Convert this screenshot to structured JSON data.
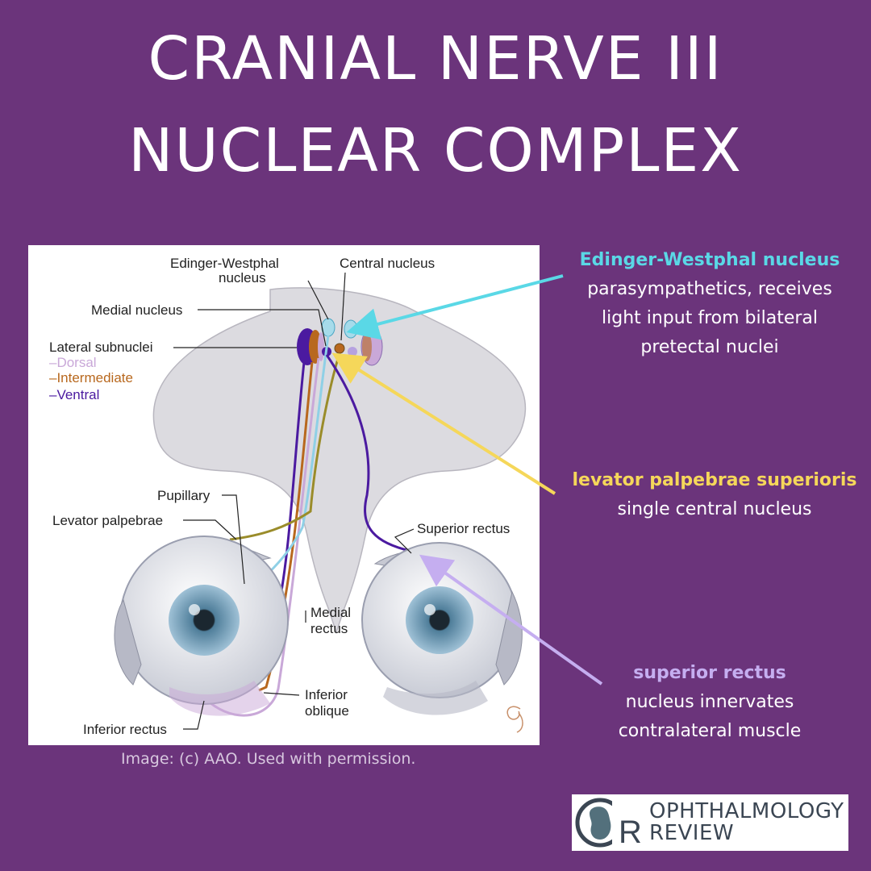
{
  "title": {
    "line1": "CRANIAL NERVE III",
    "line2": "NUCLEAR COMPLEX"
  },
  "figure": {
    "labels": {
      "edinger_westphal_line1": "Edinger-Westphal",
      "edinger_westphal_line2": "nucleus",
      "central_nucleus": "Central nucleus",
      "medial_nucleus": "Medial nucleus",
      "lateral_subnuclei": "Lateral subnuclei",
      "dorsal": "–Dorsal",
      "intermediate": "–Intermediate",
      "ventral": "–Ventral",
      "pupillary": "Pupillary",
      "levator_palpebrae": "Levator palpebrae",
      "superior_rectus": "Superior rectus",
      "medial_rectus_line1": "Medial",
      "medial_rectus_line2": "rectus",
      "inferior_oblique_line1": "Inferior",
      "inferior_oblique_line2": "oblique",
      "inferior_rectus": "Inferior rectus"
    }
  },
  "credit": "Image: (c) AAO. Used with permission.",
  "callouts": {
    "edinger_westphal": {
      "heading": "Edinger-Westphal nucleus",
      "line1": "parasympathetics, receives",
      "line2": "light input from bilateral",
      "line3": "pretectal nuclei"
    },
    "levator": {
      "heading": "levator palpebrae superioris",
      "line1": "single central nucleus"
    },
    "superior_rectus": {
      "heading": "superior rectus",
      "line1": "nucleus innervates",
      "line2": "contralateral muscle"
    }
  },
  "logo": {
    "line1": "OPHTHALMOLOGY",
    "line2": "REVIEW"
  },
  "colors": {
    "background": "#6b347b",
    "edinger_westphal": "#5ad8e6",
    "levator": "#f5d75a",
    "superior_rectus": "#c5aef0",
    "dorsal": "#c9a8d8",
    "intermediate": "#b8681e",
    "ventral": "#4b1aa0"
  }
}
